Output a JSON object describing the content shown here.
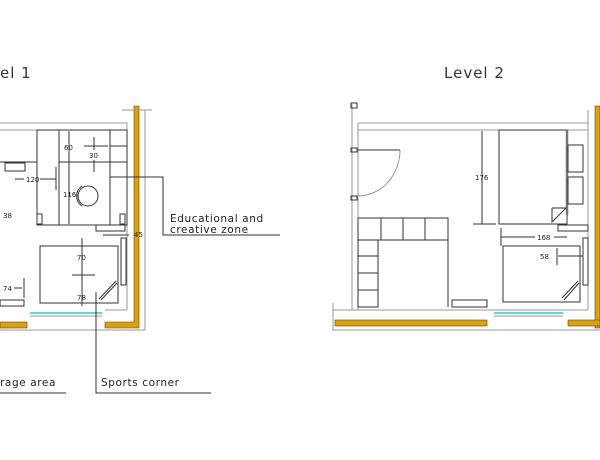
{
  "level1": {
    "title": "el 1",
    "dimensions": [
      "60",
      "30",
      "120",
      "116",
      "38",
      "45",
      "70",
      "78",
      "74"
    ],
    "labels": {
      "educational_line1": "Educational and",
      "educational_line2": "creative zone",
      "storage": "rage area",
      "sports": "Sports corner"
    }
  },
  "level2": {
    "title": "Level 2",
    "dimensions": [
      "176",
      "168",
      "58"
    ]
  },
  "colors": {
    "wall": "#d9a014",
    "window": "#5fd6de"
  }
}
